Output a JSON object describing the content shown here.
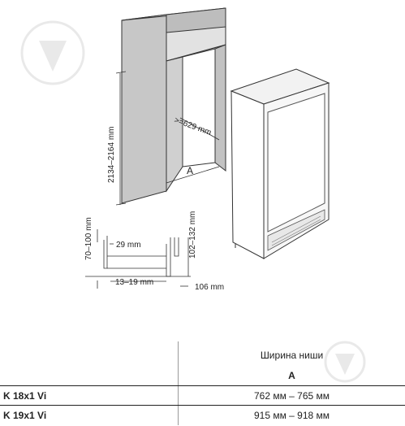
{
  "diagram": {
    "dim_width_629": ">=629 mm",
    "dim_height": "2134–2164 mm",
    "label_a": "A",
    "dim_70_100": "70–100 mm",
    "dim_29": "29 mm",
    "dim_13_19": "13–19 mm",
    "dim_102_132": "102–132 mm",
    "dim_106": "106 mm"
  },
  "table": {
    "header_title": "Ширина ниши",
    "header_col": "A",
    "rows": [
      {
        "model": "K 18x1 Vi",
        "width": "762 мм – 765 мм"
      },
      {
        "model": "K 19x1 Vi",
        "width": "915 мм – 918 мм"
      }
    ]
  }
}
